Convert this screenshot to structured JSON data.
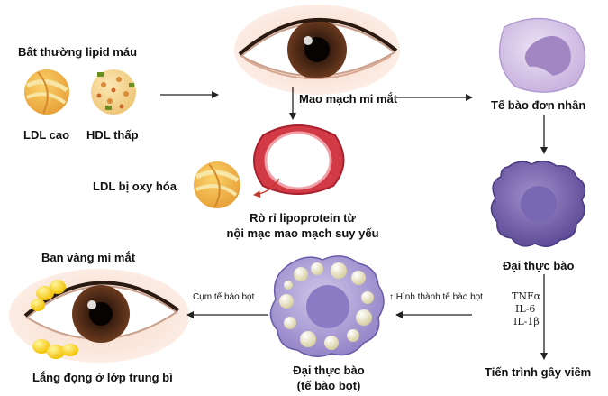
{
  "labels": {
    "abnormal_lipid": "Bất thường lipid máu",
    "ldl_high": "LDL cao",
    "hdl_low": "HDL thấp",
    "eyelid_capillary": "Mao mạch mi mắt",
    "monocyte": "Tế bào đơn nhân",
    "oxidized_ldl": "LDL bị oxy hóa",
    "leak_line1": "Rò rỉ lipoprotein từ",
    "leak_line2": "nội mạc mao mạch suy yếu",
    "macrophage": "Đại thực bào",
    "cytokine_tnf": "TNFα",
    "cytokine_il6": "IL-6",
    "cytokine_il1": "IL-1β",
    "inflammation": "Tiến trình gây viêm",
    "foam_formation": "↑ Hình thành tế bào bọt",
    "foam_line1": "Đại thực bào",
    "foam_line2": "(tế bào bọt)",
    "foam_cluster": "Cụm tế bào bọt",
    "xanthelasma": "Ban vàng mi mắt",
    "deposit": "Lắng đọng ở lớp trung bì"
  }
}
